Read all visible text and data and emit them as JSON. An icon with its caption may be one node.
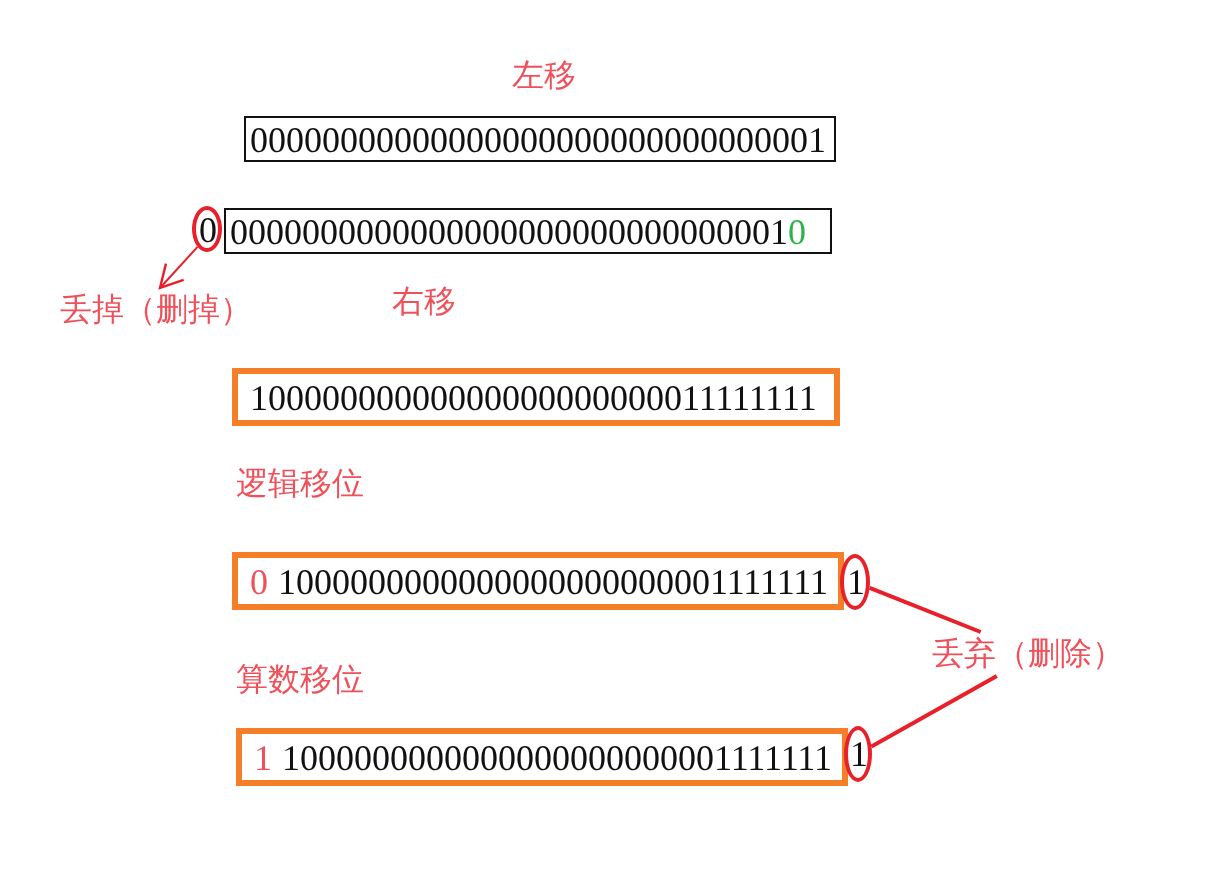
{
  "diagram": {
    "nodes": [
      {
        "text": [
          "00000000000000000000000000000001"
        ]
      },
      {
        "text": [
          "0"
        ]
      },
      {
        "text": [
          "0000000000000000000000000000001",
          "0"
        ]
      },
      {
        "text": [
          "丢掉（删掉）"
        ]
      },
      {
        "text": [
          "10000000000000000000000011111111"
        ]
      },
      {
        "text": [
          "0",
          "1000000000000000000000001111111"
        ]
      },
      {
        "text": [
          "1"
        ]
      },
      {
        "text": [
          "丢弃（删除）"
        ]
      },
      {
        "text": [
          "1",
          "1000000000000000000000001111111"
        ]
      },
      {
        "text": [
          "1"
        ]
      }
    ],
    "edges": [
      {
        "from": 1,
        "to": 3,
        "arrow": "to"
      },
      {
        "from": 7,
        "to": 6,
        "arrow": "none"
      },
      {
        "from": 7,
        "to": 9,
        "arrow": "none"
      }
    ],
    "labels": [
      "左移",
      "右移",
      "逻辑移位",
      "算数移位"
    ]
  }
}
